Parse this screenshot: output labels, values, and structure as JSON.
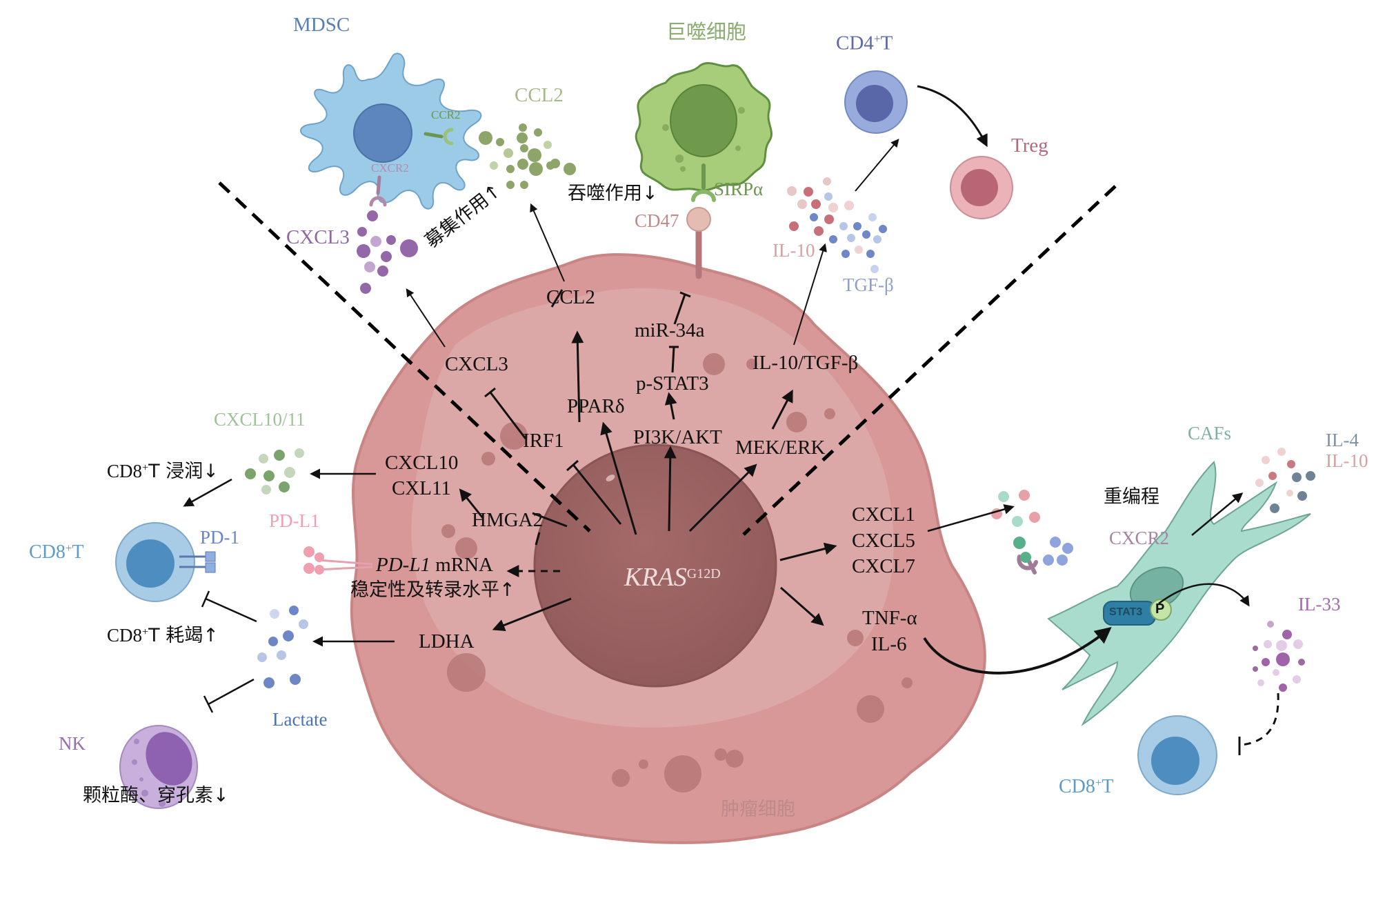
{
  "colors": {
    "tumor_outer": "#d88f8f",
    "tumor_mid": "#e0a8a8",
    "tumor_inner": "#d6a5a5",
    "nucleus": "#9c6262",
    "mdsc": "#8ec0e0",
    "macrophage": "#9fc46f",
    "cd4": "#8fa4d8",
    "treg": "#e2a0a8",
    "cd8": "#9cc6e4",
    "nk": "#c6addb",
    "caf": "#a9dccd"
  },
  "cells": {
    "mdsc": "MDSC",
    "macrophage": "巨噬细胞",
    "cd4": {
      "base": "CD4",
      "sup": "+",
      "tail": "T"
    },
    "treg": "Treg",
    "cd8_left": {
      "base": "CD8",
      "sup": "+",
      "tail": "T"
    },
    "nk": "NK",
    "cafs": "CAFs",
    "cd8_right": {
      "base": "CD8",
      "sup": "+",
      "tail": "T"
    },
    "tumor": "肿瘤细胞"
  },
  "receptors": {
    "ccr2": "CCR2",
    "cxcr2_mdsc": "CXCR2",
    "sirpa": "SIRPα",
    "cd47": "CD47",
    "pd1": "PD-1",
    "pdl1": "PD-L1",
    "cxcr2_caf": "CXCR2",
    "stat3": "STAT3",
    "phospho": "P"
  },
  "external_cytokines": {
    "ccl2": "CCL2",
    "cxcl3": "CXCL3",
    "il10_top": "IL-10",
    "tgfb_top": "TGF-β",
    "cxcl10_11": "CXCL10/11",
    "lactate": "Lactate",
    "il4": "IL-4",
    "il10_right": "IL-10",
    "il33": "IL-33"
  },
  "effects": {
    "recruit": "募集作用↑",
    "phago": "吞噬作用↓",
    "cd8_infiltration": {
      "base": "CD8",
      "sup": "+",
      "tail": "T 浸润↓"
    },
    "cd8_exhaustion": {
      "base": "CD8",
      "sup": "+",
      "tail": "T 耗竭↑"
    },
    "nk_effect": "颗粒酶、穿孔素↓",
    "reprogram": "重编程"
  },
  "intracellular": {
    "kras": {
      "gene": "KRAS",
      "mutation": "G12D"
    },
    "ccl2": "CCL2",
    "mir34a": "miR-34a",
    "pstat3": "p-STAT3",
    "il10_tgfb": "IL-10/TGF-β",
    "cxcl3": "CXCL3",
    "ppard": "PPARδ",
    "irf1": "IRF1",
    "pi3k_akt": "PI3K/AKT",
    "mek_erk": "MEK/ERK",
    "cxcl10": "CXCL10",
    "cxl11": "CXL11",
    "hmga2": "HMGA2",
    "pdl1_mrna": {
      "gene": "PD-L1",
      "rest": " mRNA"
    },
    "pdl1_effect": "稳定性及转录水平↑",
    "ldha": "LDHA",
    "cxcl1": "CXCL1",
    "cxcl5": "CXCL5",
    "cxcl7": "CXCL7",
    "tnfa": "TNF-α",
    "il6": "IL-6"
  }
}
